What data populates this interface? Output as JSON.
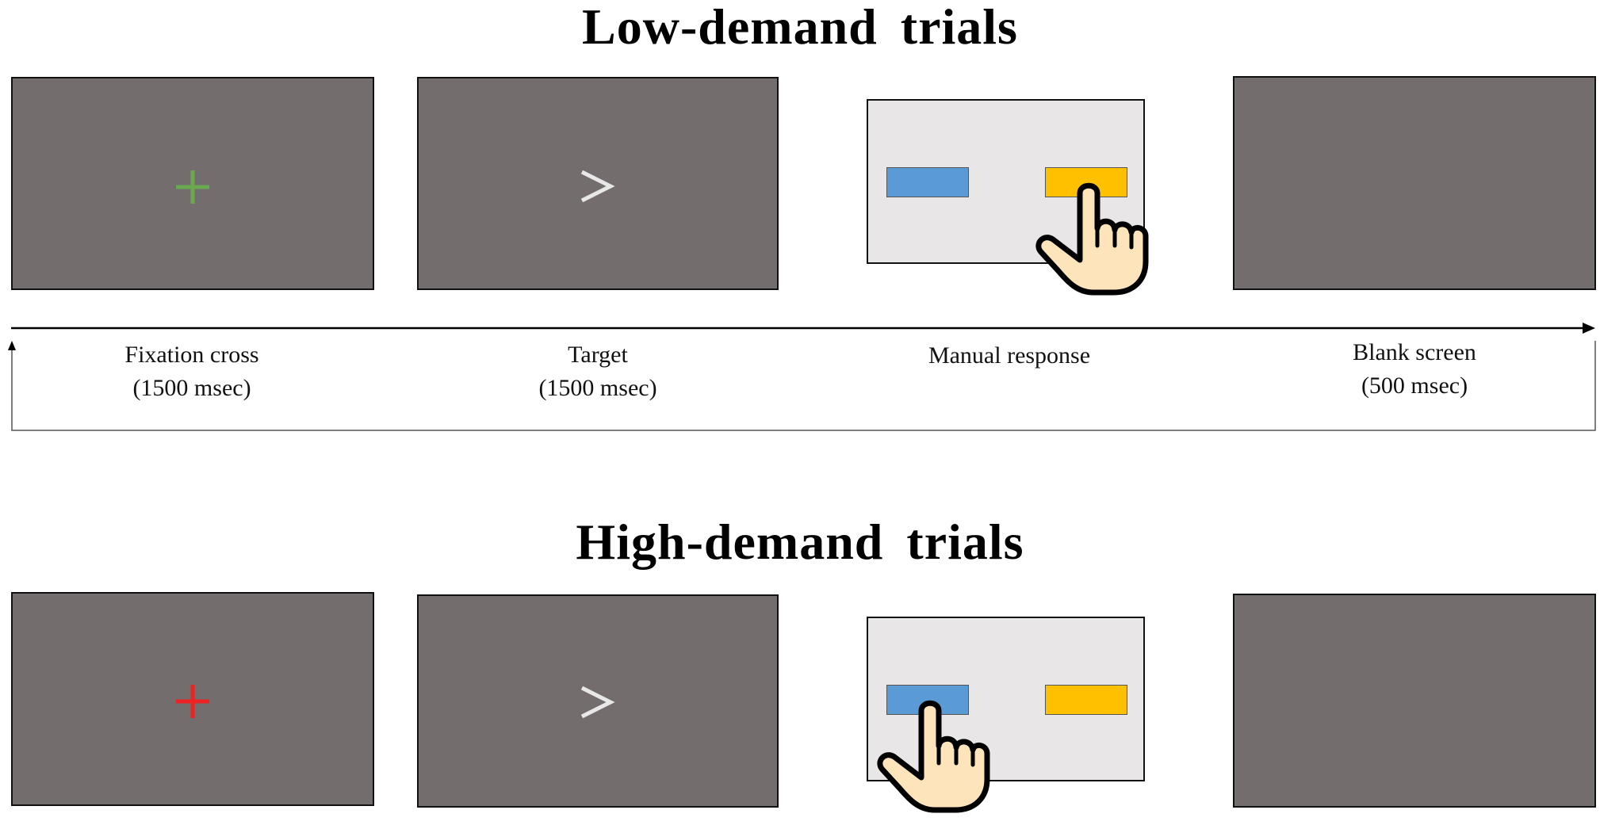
{
  "low_demand": {
    "title": "Low-demand trials",
    "fixation_color": "#6aa84f",
    "target_symbol": ">",
    "response_pressed": "right",
    "labels": {
      "fixation_name": "Fixation cross",
      "fixation_duration": "(1500 msec)",
      "target_name": "Target",
      "target_duration": "(1500 msec)",
      "response_name": "Manual response",
      "blank_name": "Blank screen",
      "blank_duration": "(500 msec)"
    }
  },
  "high_demand": {
    "title": "High-demand trials",
    "fixation_color": "#ee2222",
    "target_symbol": ">",
    "response_pressed": "left"
  },
  "colors": {
    "screen": "#736d6d",
    "response_panel": "#e8e6e7",
    "left_button": "#5b9bd5",
    "right_button": "#ffc000",
    "hand_fill": "#fde4bb"
  },
  "icons": {
    "fixation": "plus-icon",
    "target": "greater-than-icon",
    "press": "pointing-hand-icon"
  }
}
